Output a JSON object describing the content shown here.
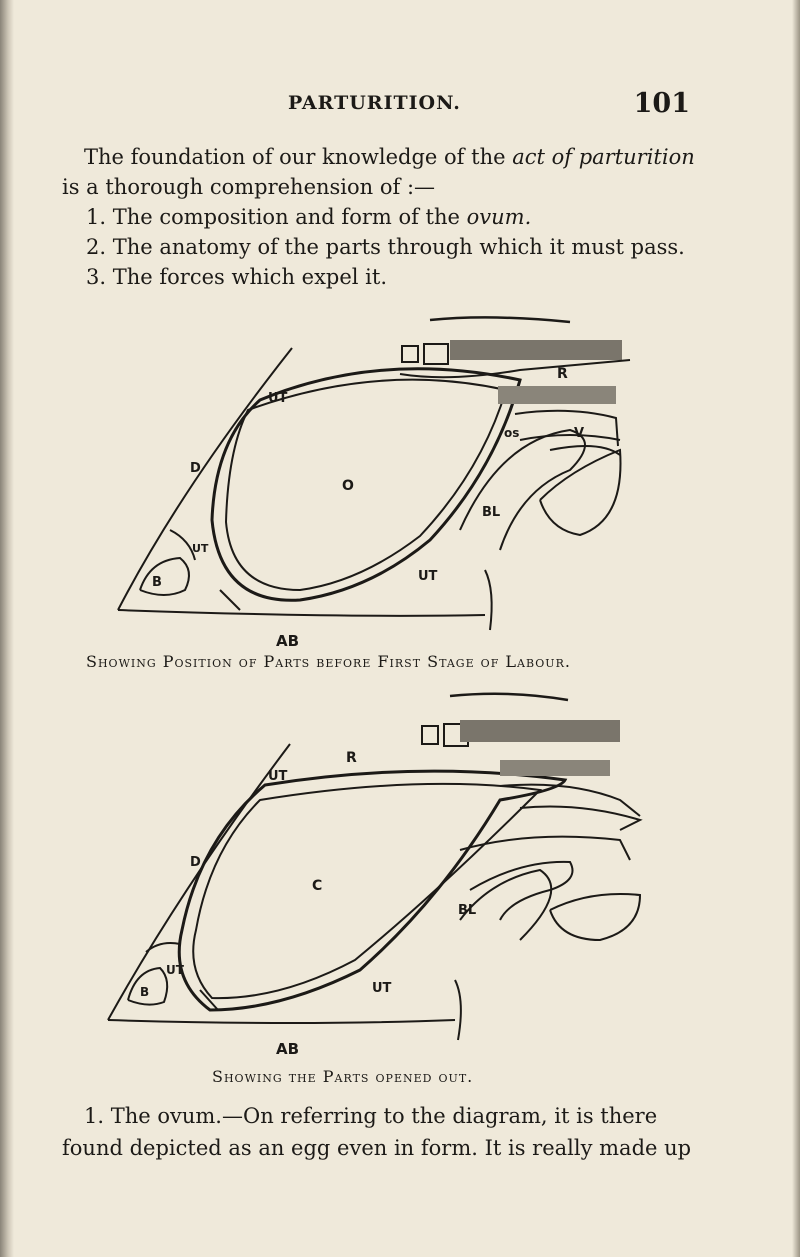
{
  "page": {
    "running_head": "PARTURITION.",
    "page_number": "101"
  },
  "intro": {
    "line1_a": "The foundation of our knowledge of the ",
    "line1_b": "act of parturition",
    "line2": "is a thorough comprehension of :—"
  },
  "list": [
    {
      "num": "1.",
      "text_a": "The composition and form of the ",
      "text_b": "ovum."
    },
    {
      "num": "2.",
      "text_a": "The anatomy of the parts through which it must pass.",
      "text_b": ""
    },
    {
      "num": "3.",
      "text_a": "The forces which expel it.",
      "text_b": ""
    }
  ],
  "figure1": {
    "caption": "Showing Position of Parts before First Stage of Labour.",
    "labels": {
      "ut_top": "UT",
      "r": "R",
      "os": "os",
      "v": "V",
      "d": "D",
      "o": "O",
      "bl": "BL",
      "b": "B",
      "ut_left": "UT",
      "ut_bottom": "UT",
      "ab": "AB"
    }
  },
  "figure2": {
    "caption": "Showing the Parts opened out.",
    "labels": {
      "r": "R",
      "ut_top": "UT",
      "d": "D",
      "c": "C",
      "bl": "BL",
      "ut_left": "UT",
      "b": "B",
      "ut_bottom": "UT",
      "ab": "AB"
    }
  },
  "body": {
    "line1_a": "1. The ",
    "line1_b": "ovum.",
    "line1_c": "—On referring to the diagram, it is there",
    "line2": "found depicted as an egg even in form. It is really made up"
  }
}
